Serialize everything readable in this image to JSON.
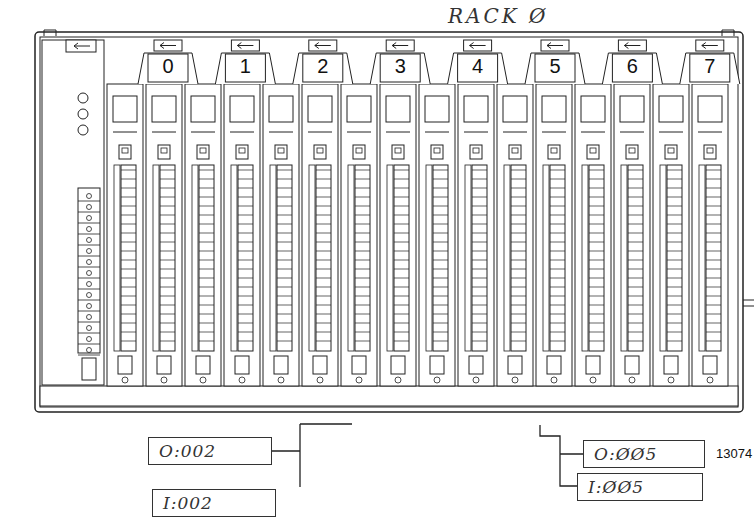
{
  "diagram": {
    "nodes": [
      {
        "text": [
          "O:002"
        ]
      },
      {
        "text": [
          "I:002"
        ]
      },
      {
        "text": [
          "O:ØØ5"
        ]
      },
      {
        "text": [
          "I:ØØ5"
        ]
      }
    ],
    "labels": [
      "RACK Ø",
      "0",
      "1",
      "2",
      "3",
      "4",
      "5",
      "6",
      "7",
      "13074"
    ]
  }
}
